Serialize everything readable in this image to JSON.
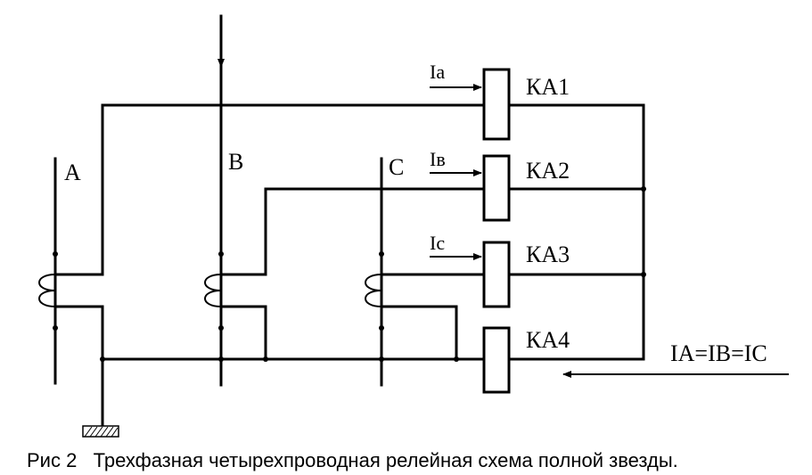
{
  "phases": {
    "a": "A",
    "b": "B",
    "c": "C"
  },
  "relays": {
    "ka1": "КА1",
    "ka2": "КА2",
    "ka3": "КА3",
    "ka4": "КА4"
  },
  "currents": {
    "ia": "Ia",
    "ib": "Iв",
    "ic": "Ic"
  },
  "balance_eq": "IA=IB=IC",
  "caption": "Рис 2   Трехфазная четырехпроводная релейная схема полной звезды."
}
